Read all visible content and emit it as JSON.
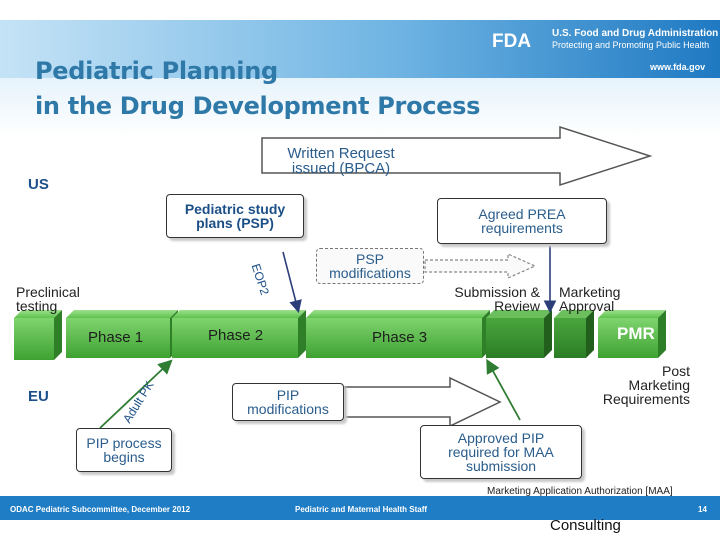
{
  "header": {
    "title_line1": "Pediatric Planning",
    "title_line2": "in the Drug Development Process",
    "fda_logo": "FDA",
    "agency": "U.S. Food and Drug Administration",
    "tagline": "Protecting and Promoting Public Health",
    "url": "www.fda.gov"
  },
  "diagram": {
    "us_label": "US",
    "eu_label": "EU",
    "written_request": [
      "Written Request",
      "issued (BPCA)"
    ],
    "psp_box": [
      "Pediatric study",
      "plans (PSP)"
    ],
    "prea_box": [
      "Agreed PREA",
      "requirements"
    ],
    "psp_mod": [
      "PSP",
      "modifications"
    ],
    "eop2": "EOP2",
    "preclinical": [
      "Preclinical",
      "testing"
    ],
    "submission": [
      "Submission &",
      "Review"
    ],
    "marketing": [
      "Marketing",
      "Approval"
    ],
    "phases": [
      "Phase 1",
      "Phase 2",
      "Phase 3"
    ],
    "pmr": "PMR",
    "post_marketing": [
      "Post",
      "Marketing",
      "Requirements"
    ],
    "adult_pk": "Adult PK",
    "pip_mod": [
      "PIP",
      "modifications"
    ],
    "pip_begins": [
      "PIP process",
      "begins"
    ],
    "approved_pip": [
      "Approved PIP",
      "required for MAA",
      "submission"
    ],
    "maa_note": "Marketing Application Authorization [MAA]"
  },
  "colors": {
    "phase_green": "#5dc24d",
    "arrow_green": "#2f7d32",
    "title_blue": "#2f79a8",
    "footer_blue": "#1f7dc5"
  },
  "footer": {
    "left": "ODAC Pediatric Subcommittee, December 2012",
    "center": "Pediatric and Maternal Health Staff",
    "page": "14"
  },
  "overlay": {
    "consulting": "Consulting"
  }
}
